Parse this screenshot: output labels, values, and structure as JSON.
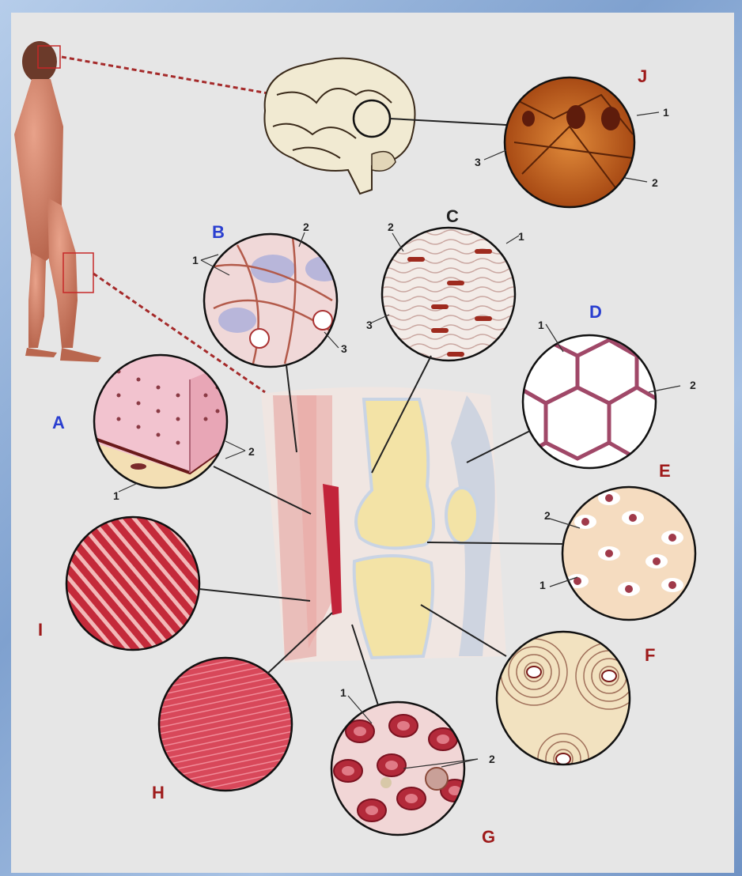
{
  "colors": {
    "blue_letter": "#2a3fd0",
    "red_letter": "#9e1a1a",
    "leader_line": "#222222",
    "dashed_line": "#a52a2a",
    "background": "#e6e6e6"
  },
  "letters": {
    "A": "A",
    "B": "B",
    "C": "C",
    "D": "D",
    "E": "E",
    "F": "F",
    "G": "G",
    "H": "H",
    "I": "I",
    "J": "J"
  },
  "numbers": {
    "J1": "1",
    "J2": "2",
    "J3": "3",
    "B1": "1",
    "B2": "2",
    "B3": "3",
    "C1": "1",
    "C2": "2",
    "C3": "3",
    "D1": "1",
    "D2": "2",
    "A1": "1",
    "A2": "2",
    "E1": "1",
    "E2": "2",
    "G1": "1",
    "G2": "2"
  },
  "icons": {
    "human_figure": "standing-human-icon",
    "brain": "brain-icon",
    "knee": "knee-joint-icon"
  }
}
